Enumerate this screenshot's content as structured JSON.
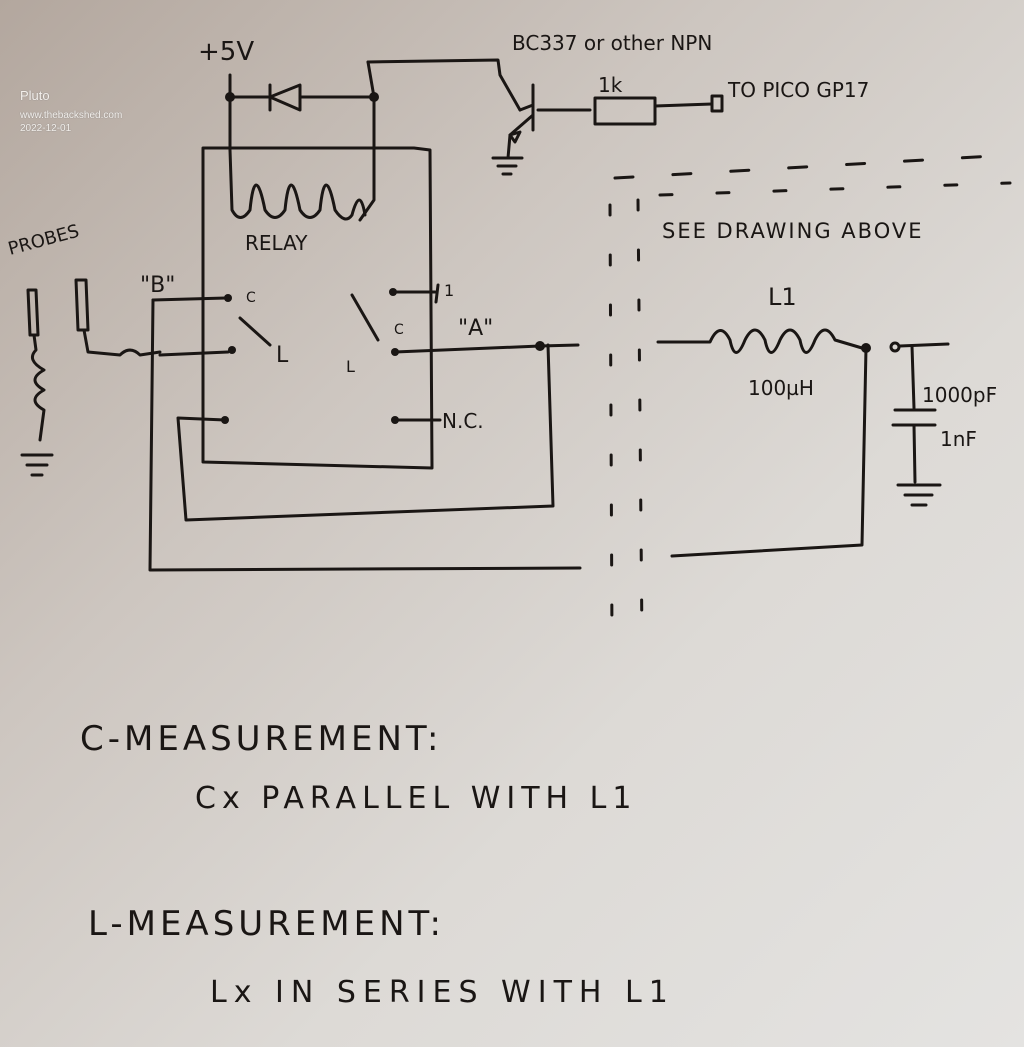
{
  "watermark": {
    "author": "Pluto",
    "site": "www.thebackshed.com",
    "date": "2022-12-01"
  },
  "labels": {
    "supply": "+5V",
    "transistor": "BC337 or other NPN",
    "resistor": "1k",
    "gpio": "TO PICO GP17",
    "relay": "RELAY",
    "probes": "PROBES",
    "point_b": "\"B\"",
    "point_a": "\"A\"",
    "contact_c_left": "C",
    "contact_l_left": "L",
    "contact_c_right": "C",
    "contact_l_right": "L",
    "contact_nc": "N.C.",
    "contact_top": "1",
    "see_drawing": "SEE DRAWING ABOVE",
    "inductor_name": "L1",
    "inductor_value": "100µH",
    "cap_value_pf": "1000pF",
    "cap_value_nf": "1nF"
  },
  "notes": {
    "c_heading": "C-MEASUREMENT:",
    "c_body": "Cx PARALLEL WITH L1",
    "l_heading": "L-MEASUREMENT:",
    "l_body": "Lx IN SERIES WITH L1"
  }
}
